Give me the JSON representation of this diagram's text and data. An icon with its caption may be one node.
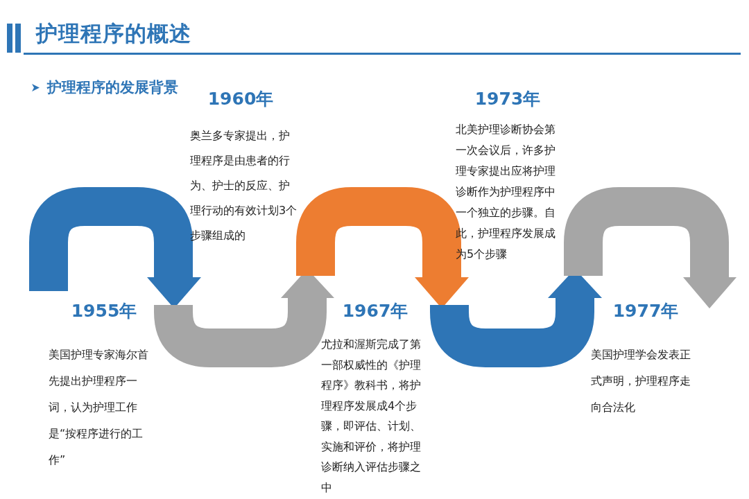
{
  "diagram": {
    "title": "护理程序的概述",
    "labels": [
      "护理程序的发展背景",
      "1960年",
      "奥兰多专家提出，护理程序是由患者的行为、护士的反应、护理行动的有效计划3个步骤组成的",
      "1973年",
      "北美护理诊断协会第一次会议后，许多护理专家提出应将护理诊断作为护理程序中一个独立的步骤。自此，护理程序发展成为5个步骤",
      "1955年",
      "美国护理专家海尔首先提出护理程序一词，认为护理工作是“按程序进行的工作”",
      "1967年",
      "尤拉和渥斯完成了第一部权威性的《护理程序》教科书，将护理程序发展成4个步骤，即评估、计划、实施和评价，将护理诊断纳入评估步骤之中",
      "1977年",
      "美国护理学会发表正式声明，护理程序走向合法化"
    ]
  }
}
